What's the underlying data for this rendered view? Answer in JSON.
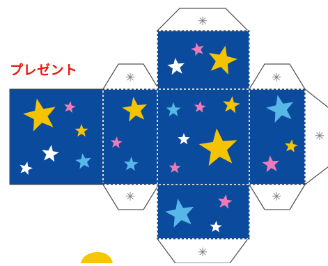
{
  "title": "プレゼント",
  "tab_mark": "✳",
  "colors": {
    "title": "#e8140c",
    "panel": "#0b4b9e",
    "panel_border": "#444444",
    "fold_line": "#ffffff",
    "tab_fill": "#ffffff",
    "tab_stroke": "#555555",
    "tab_mark": "#777777",
    "star_yellow": "#f5c400",
    "star_pink": "#f07ab6",
    "star_cyan": "#57b8e8",
    "star_white": "#ffffff",
    "ornament": "#f7c600"
  },
  "stars": [
    {
      "face": "left",
      "color": "star_yellow"
    },
    {
      "face": "left",
      "color": "star_pink"
    },
    {
      "face": "left",
      "color": "star_yellow"
    },
    {
      "face": "left",
      "color": "star_white"
    },
    {
      "face": "left",
      "color": "star_cyan"
    },
    {
      "face": "left",
      "color": "star_white"
    },
    {
      "face": "left-middle",
      "color": "star_yellow"
    },
    {
      "face": "left-middle",
      "color": "star_pink"
    },
    {
      "face": "left-middle",
      "color": "star_cyan"
    },
    {
      "face": "top",
      "color": "star_pink"
    },
    {
      "face": "top",
      "color": "star_yellow"
    },
    {
      "face": "top",
      "color": "star_white"
    },
    {
      "face": "center",
      "color": "star_cyan"
    },
    {
      "face": "center",
      "color": "star_pink"
    },
    {
      "face": "center",
      "color": "star_yellow"
    },
    {
      "face": "center",
      "color": "star_white"
    },
    {
      "face": "center",
      "color": "star_yellow"
    },
    {
      "face": "center",
      "color": "star_pink"
    },
    {
      "face": "right",
      "color": "star_cyan"
    },
    {
      "face": "right",
      "color": "star_yellow"
    },
    {
      "face": "right",
      "color": "star_pink"
    },
    {
      "face": "bottom",
      "color": "star_cyan"
    },
    {
      "face": "bottom",
      "color": "star_pink"
    },
    {
      "face": "bottom",
      "color": "star_white"
    }
  ]
}
